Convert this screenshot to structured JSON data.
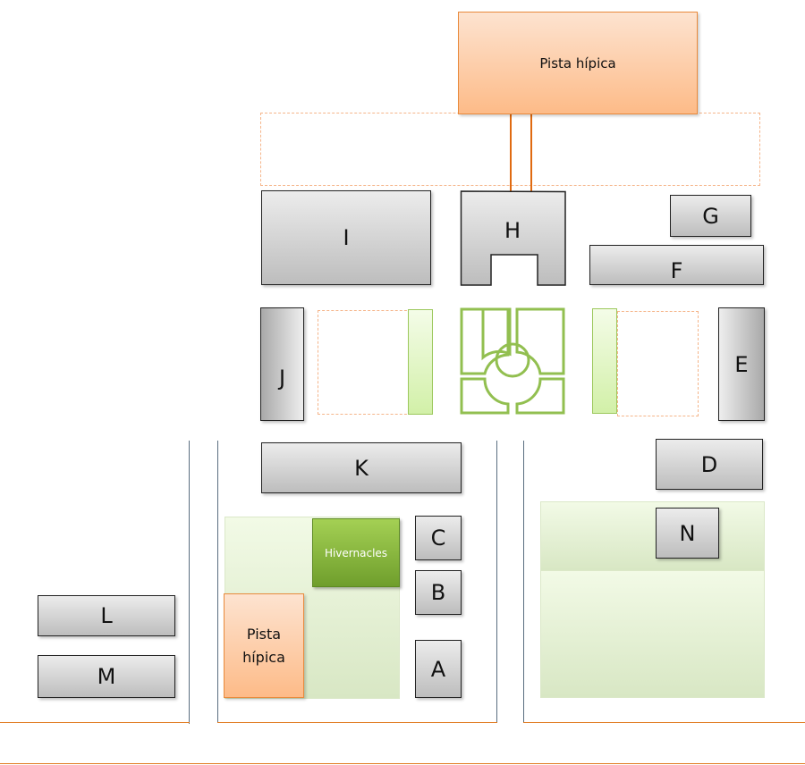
{
  "buildings": {
    "A": "A",
    "B": "B",
    "C": "C",
    "D": "D",
    "E": "E",
    "F": "F",
    "G": "G",
    "H": "H",
    "I": "I",
    "J": "J",
    "K": "K",
    "L": "L",
    "M": "M",
    "N": "N"
  },
  "areas": {
    "pista_hipica_top": "Pista hípica",
    "pista_hipica_bottom_line1": "Pista",
    "pista_hipica_bottom_line2": "hípica",
    "hivernacles": "Hivernacles"
  },
  "colors": {
    "building": "#bdbdbd",
    "track": "#fdbb88",
    "greenhouse": "#8ab840",
    "garden": "#9cc85c",
    "path_line": "#e07a1f"
  }
}
